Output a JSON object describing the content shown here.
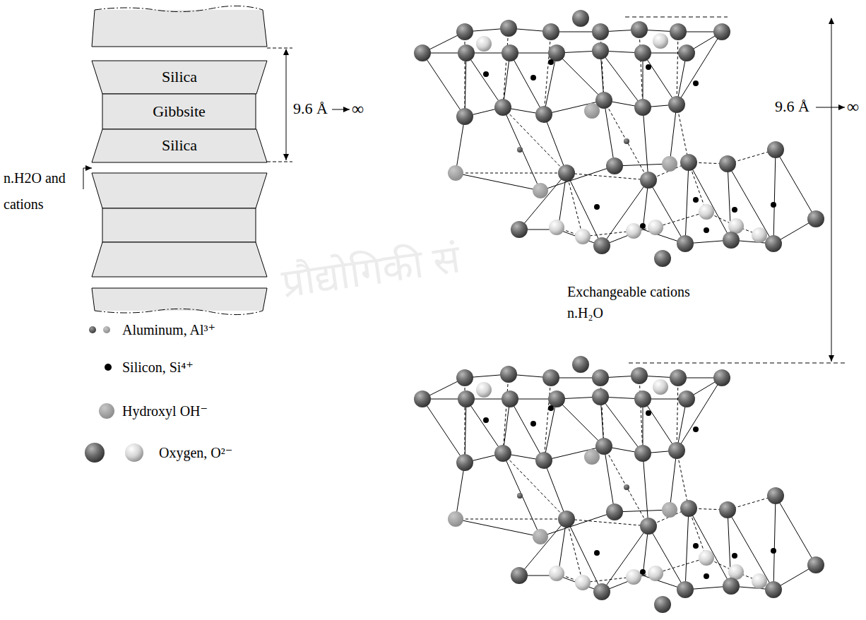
{
  "diagram": {
    "nodes": [
      {
        "text": [
          "Silica"
        ]
      },
      {
        "text": [
          "Gibbsite"
        ]
      },
      {
        "text": [
          "Silica"
        ]
      }
    ],
    "labels": [
      "9.6 Å",
      "∞",
      "n.H2O and cations",
      "Exchangeable cations n.H₂O",
      "9.6 Å",
      "∞",
      "प्रौद्योगिकी सं"
    ],
    "legend": [
      {
        "text": "Aluminum, Al³⁺"
      },
      {
        "text": "Silicon, Si⁴⁺"
      },
      {
        "text": "Hydroxyl OH⁻"
      },
      {
        "text": "Oxygen, O²⁻"
      }
    ]
  }
}
